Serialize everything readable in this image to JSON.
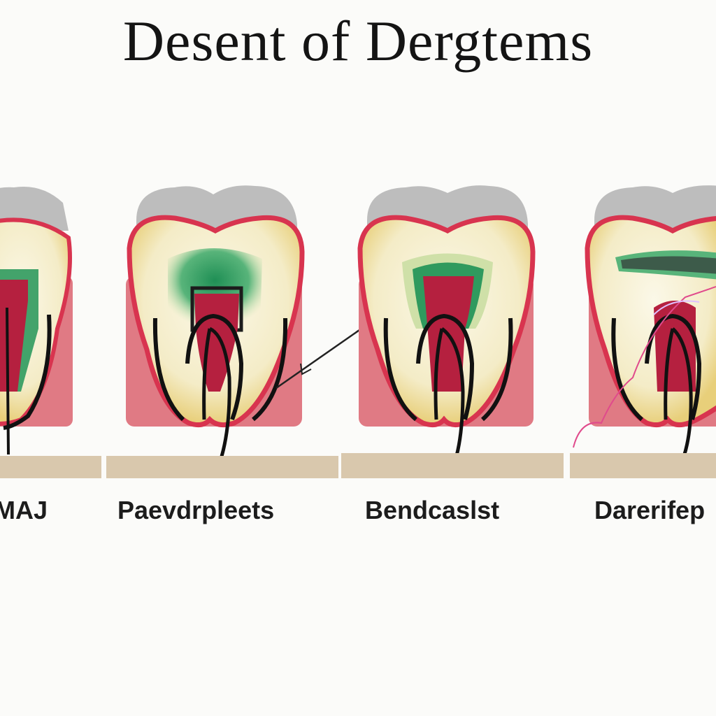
{
  "title": "Desent of Dergtems",
  "stages": [
    {
      "label": "MAJ"
    },
    {
      "label": "Paevdrpleets"
    },
    {
      "label": "Bendcaslst"
    },
    {
      "label": "Darerifep"
    }
  ],
  "colors": {
    "gum": "#e0747f",
    "crown_cap": "#b7b7b7",
    "enamel_outline": "#d8344f",
    "dentin_yellow": "#ecd98f",
    "dentin_core": "#f6f1d5",
    "decay_green": "#2f9a5e",
    "pulp": "#b5203f",
    "root_canal": "#111111",
    "base_plate": "#d6c5aa"
  }
}
